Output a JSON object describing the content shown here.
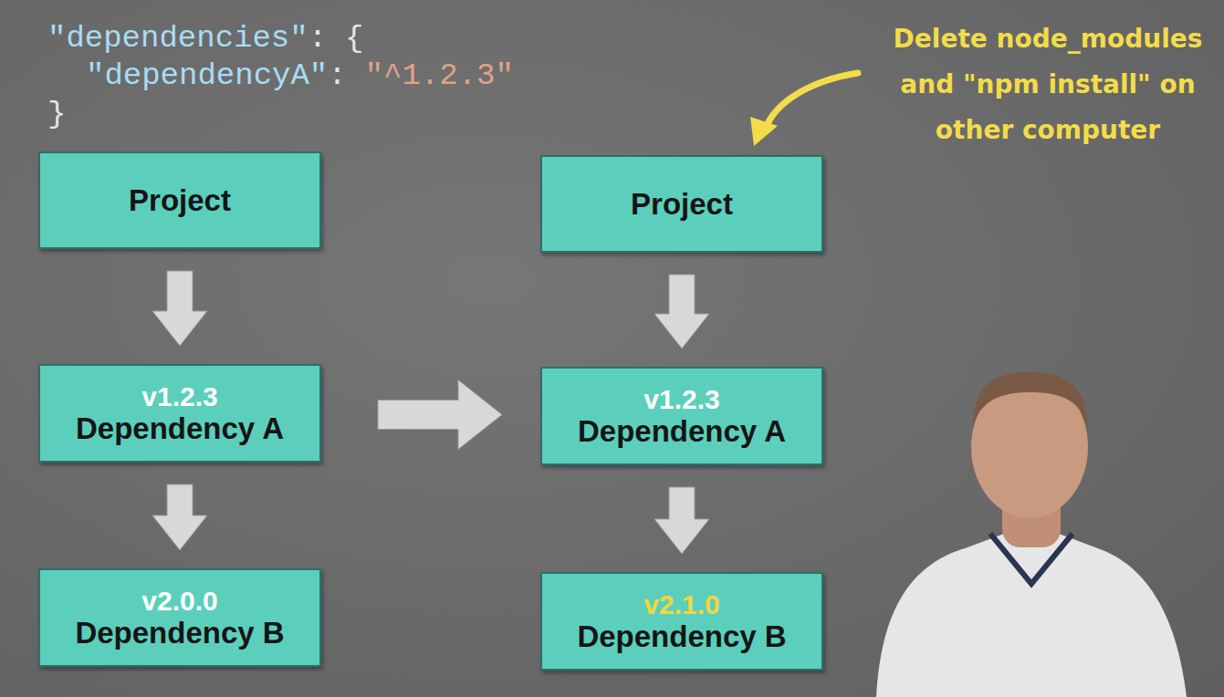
{
  "diagram": {
    "nodes": [
      {
        "text": [
          "Project"
        ]
      },
      {
        "text": [
          "v1.2.3",
          "Dependency A"
        ]
      },
      {
        "text": [
          "v2.0.0",
          "Dependency B"
        ]
      },
      {
        "text": [
          "Project"
        ]
      },
      {
        "text": [
          "v1.2.3",
          "Dependency A"
        ]
      },
      {
        "text": [
          "v2.1.0",
          "Dependency B"
        ]
      }
    ],
    "edges": [
      {
        "from": 0,
        "to": 1,
        "arrow": "to"
      },
      {
        "from": 1,
        "to": 2,
        "arrow": "to"
      },
      {
        "from": 1,
        "to": 4,
        "arrow": "to"
      },
      {
        "from": 3,
        "to": 4,
        "arrow": "to"
      },
      {
        "from": 4,
        "to": 5,
        "arrow": "to"
      }
    ],
    "labels": [
      "\"dependencies\"",
      ":",
      "{",
      "\"dependencyA\"",
      ":",
      "\"^1.2.3\"",
      "}",
      "Delete node_modules and \"npm install\" on other computer"
    ]
  }
}
